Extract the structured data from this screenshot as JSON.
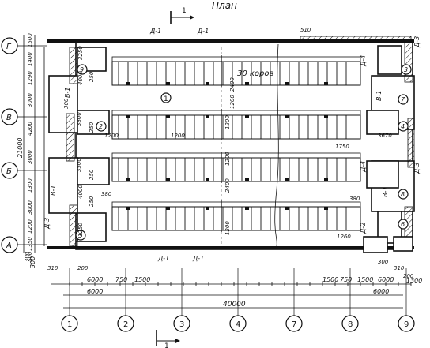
{
  "title": "План",
  "section_mark": "1",
  "axes_vertical": [
    "1",
    "2",
    "3",
    "4",
    "7",
    "8",
    "9"
  ],
  "axes_horizontal": [
    "Г",
    "В",
    "Б",
    "А"
  ],
  "room_label": "30 коров",
  "room_number": "1",
  "labels": {
    "dp1_top": "Д-1",
    "dp1_top2": "Д-1",
    "dp1_bottom": "Д-1",
    "dp1_bottom2": "Д-1",
    "v1_left_top": "В-1",
    "v1_left_mid": "В-1",
    "v1_right_top": "В-1",
    "v1_right_mid": "В-1",
    "d3_left": "Д-3",
    "d3_right": "Д-3",
    "d3_right_top": "Д-3",
    "d4_right_top": "Д-4",
    "d4_right": "Д-4",
    "d2_right": "Д-2"
  },
  "room_circles": [
    "2",
    "3",
    "4",
    "5",
    "6",
    "7",
    "8",
    "9"
  ],
  "dims_left_outer": [
    "1500",
    "1400",
    "1290",
    "3000",
    "4200",
    "3000",
    "1300",
    "3000",
    "1200",
    "1350",
    "500"
  ],
  "dims_left_total": "21000",
  "dims_left_inner": [
    "3250",
    "4000",
    "300",
    "3800",
    "3500",
    "4000",
    "3250"
  ],
  "dims_bottom_row1": [
    "6000",
    "750",
    "1500",
    "1500",
    "750",
    "1500",
    "6000"
  ],
  "dims_bottom_row2": [
    "6000",
    "6000"
  ],
  "dims_bottom_total": "40000",
  "dims_misc": [
    "310",
    "200",
    "300",
    "310",
    "200",
    "300",
    "510",
    "1260",
    "1750",
    "380",
    "380",
    "1200",
    "1200",
    "3670",
    "2400",
    "2400",
    "1200",
    "1200",
    "1200",
    "1200",
    "250",
    "250",
    "250",
    "250"
  ],
  "edge_left_bottom": "300",
  "edge_right_bottom": "1300"
}
